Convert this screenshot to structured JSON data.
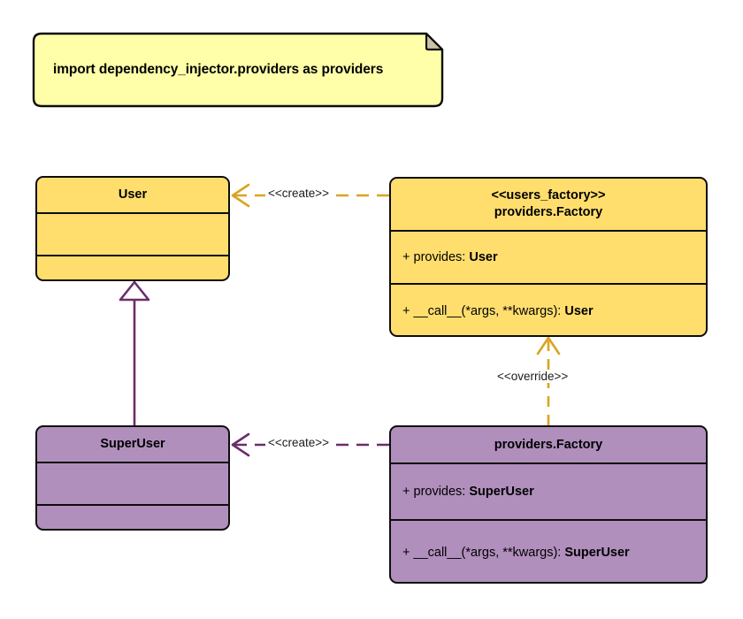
{
  "diagram": {
    "type": "uml-class-diagram",
    "background": "#ffffff",
    "colors": {
      "note_fill": "#FFFFAA",
      "user_fill": "#FFDE6E",
      "superuser_fill": "#B08FBC",
      "create_top_stroke": "#D9A520",
      "create_bottom_stroke": "#6B2D6B",
      "override_stroke": "#D9A520",
      "inheritance_stroke": "#6B2D6B",
      "outline": "#0D0D0D"
    }
  },
  "note": {
    "text": "import dependency_injector.providers as providers"
  },
  "classes": {
    "user": {
      "title": "User",
      "stereotype": "",
      "attributes": [],
      "methods": []
    },
    "users_factory": {
      "stereotype": "<<users_factory>>",
      "title": "providers.Factory",
      "attributes": [
        {
          "visibility": "+",
          "name": "provides:",
          "type": "User"
        }
      ],
      "methods": [
        {
          "visibility": "+",
          "name": "__call__(*args, **kwargs):",
          "type": "User"
        }
      ]
    },
    "superuser": {
      "title": "SuperUser",
      "stereotype": "",
      "attributes": [],
      "methods": []
    },
    "superuser_factory": {
      "stereotype": "",
      "title": "providers.Factory",
      "attributes": [
        {
          "visibility": "+",
          "name": "provides:",
          "type": "SuperUser"
        }
      ],
      "methods": [
        {
          "visibility": "+",
          "name": "__call__(*args, **kwargs):",
          "type": "SuperUser"
        }
      ]
    }
  },
  "relations": {
    "create_top": {
      "label": "<<create>>"
    },
    "create_bottom": {
      "label": "<<create>>"
    },
    "override": {
      "label": "<<override>>"
    },
    "inheritance": {
      "label": ""
    }
  }
}
